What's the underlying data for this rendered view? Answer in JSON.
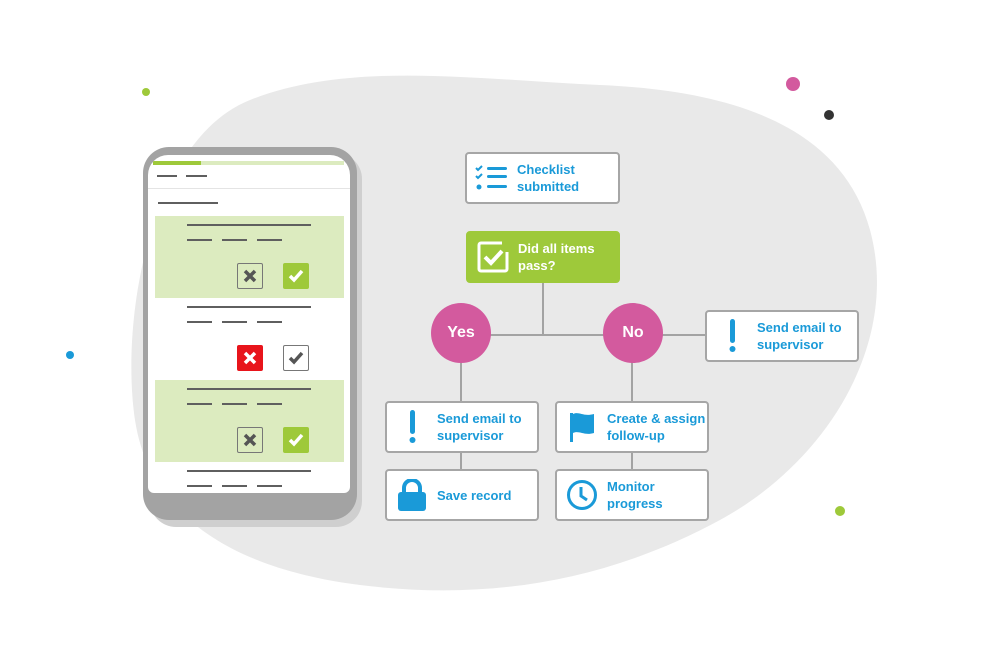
{
  "flow": {
    "start": "Checklist submitted",
    "question": "Did all items pass?",
    "yes": "Yes",
    "no": "No",
    "no_side": "Send email to supervisor",
    "yes_step1": "Send email to supervisor",
    "yes_step2": "Save record",
    "no_step1": "Create & assign follow-up",
    "no_step2": "Monitor progress"
  },
  "phone": {
    "progress": 0.25,
    "rows": [
      {
        "state": "pass"
      },
      {
        "state": "fail"
      },
      {
        "state": "pass"
      },
      {
        "state": "empty"
      }
    ]
  },
  "colors": {
    "green": "#9ec93a",
    "pink": "#d35a9e",
    "blue": "#1a9ad8",
    "red": "#e8141b",
    "blob": "#e9e9e9"
  }
}
